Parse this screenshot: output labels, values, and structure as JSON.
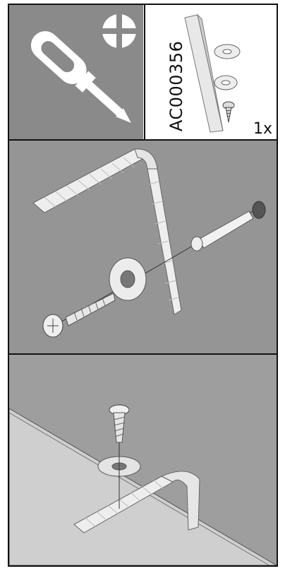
{
  "kit": {
    "code": "AC000356",
    "quantity": "1x"
  },
  "colors": {
    "tool_panel_bg": "#8a8a8a",
    "scene_bg": "#959595",
    "wall_bg": "#9e9e9e",
    "floor_bg": "#cfcfcf",
    "line": "#111111"
  },
  "icons": {
    "tool": "screwdriver-icon",
    "bit": "phillips-head-icon"
  },
  "steps": [
    {
      "scene": "wall-mounting-exploded-view"
    },
    {
      "scene": "floor-screw-fixing-view"
    }
  ]
}
